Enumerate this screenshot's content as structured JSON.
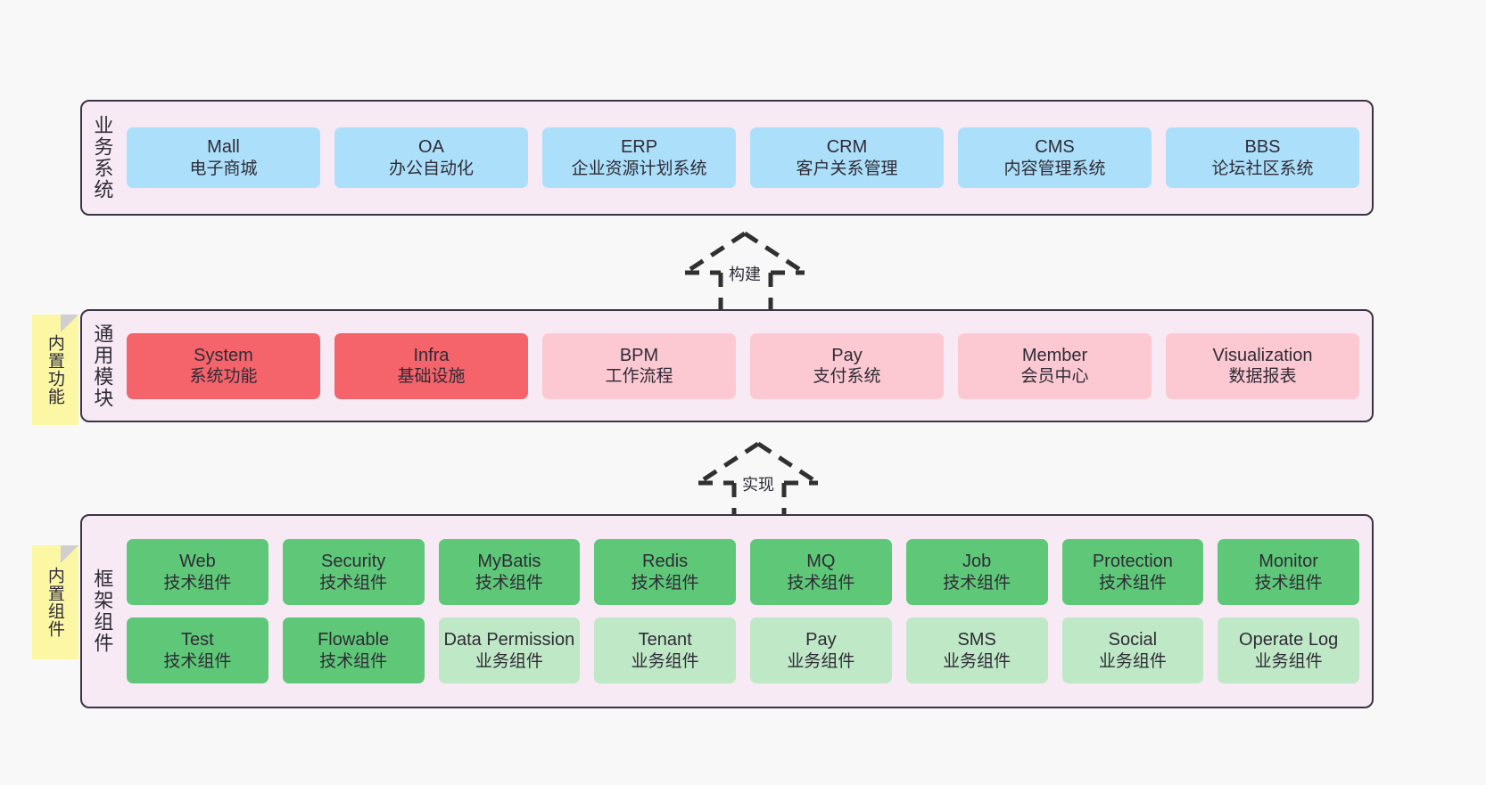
{
  "diagram": {
    "title": "ruoyi-vue-pro architecture layers",
    "background": "#f8f8f8",
    "colors": {
      "layer_bg": "#f7eaf4",
      "layer_border": "#3b3446",
      "business_card": "#ace0fa",
      "common_core_card": "#f4646a",
      "common_card": "#fcc9d2",
      "tech_component_card": "#5ec878",
      "business_component_card": "#bfe8c6",
      "note_bg": "#fbf7a5",
      "note_fold": "#cfcfcf",
      "text": "#2f2b36"
    }
  },
  "notes": [
    {
      "name": "builtin-functions",
      "label": "内置功能"
    },
    {
      "name": "builtin-components",
      "label": "内置组件"
    }
  ],
  "arrows": [
    {
      "name": "build-arrow",
      "label": "构建"
    },
    {
      "name": "implement-arrow",
      "label": "实现"
    }
  ],
  "layers": [
    {
      "id": "business",
      "title": "业务系统",
      "rows": [
        [
          {
            "en": "Mall",
            "cn": "电子商城",
            "style": "c-blue"
          },
          {
            "en": "OA",
            "cn": "办公自动化",
            "style": "c-blue"
          },
          {
            "en": "ERP",
            "cn": "企业资源计划系统",
            "style": "c-blue"
          },
          {
            "en": "CRM",
            "cn": "客户关系管理",
            "style": "c-blue"
          },
          {
            "en": "CMS",
            "cn": "内容管理系统",
            "style": "c-blue"
          },
          {
            "en": "BBS",
            "cn": "论坛社区系统",
            "style": "c-blue"
          }
        ]
      ]
    },
    {
      "id": "common",
      "title": "通用模块",
      "rows": [
        [
          {
            "en": "System",
            "cn": "系统功能",
            "style": "c-red"
          },
          {
            "en": "Infra",
            "cn": "基础设施",
            "style": "c-red"
          },
          {
            "en": "BPM",
            "cn": "工作流程",
            "style": "c-pink"
          },
          {
            "en": "Pay",
            "cn": "支付系统",
            "style": "c-pink"
          },
          {
            "en": "Member",
            "cn": "会员中心",
            "style": "c-pink"
          },
          {
            "en": "Visualization",
            "cn": "数据报表",
            "style": "c-pink"
          }
        ]
      ]
    },
    {
      "id": "frame",
      "title": "框架组件",
      "rows": [
        [
          {
            "en": "Web",
            "cn": "技术组件",
            "style": "c-green"
          },
          {
            "en": "Security",
            "cn": "技术组件",
            "style": "c-green"
          },
          {
            "en": "MyBatis",
            "cn": "技术组件",
            "style": "c-green"
          },
          {
            "en": "Redis",
            "cn": "技术组件",
            "style": "c-green"
          },
          {
            "en": "MQ",
            "cn": "技术组件",
            "style": "c-green"
          },
          {
            "en": "Job",
            "cn": "技术组件",
            "style": "c-green"
          },
          {
            "en": "Protection",
            "cn": "技术组件",
            "style": "c-green"
          },
          {
            "en": "Monitor",
            "cn": "技术组件",
            "style": "c-green"
          }
        ],
        [
          {
            "en": "Test",
            "cn": "技术组件",
            "style": "c-green"
          },
          {
            "en": "Flowable",
            "cn": "技术组件",
            "style": "c-green"
          },
          {
            "en": "Data Permission",
            "cn": "业务组件",
            "style": "c-lightgreen",
            "wrap": true
          },
          {
            "en": "Tenant",
            "cn": "业务组件",
            "style": "c-lightgreen"
          },
          {
            "en": "Pay",
            "cn": "业务组件",
            "style": "c-lightgreen"
          },
          {
            "en": "SMS",
            "cn": "业务组件",
            "style": "c-lightgreen"
          },
          {
            "en": "Social",
            "cn": "业务组件",
            "style": "c-lightgreen"
          },
          {
            "en": "Operate Log",
            "cn": "业务组件",
            "style": "c-lightgreen"
          }
        ]
      ]
    }
  ]
}
